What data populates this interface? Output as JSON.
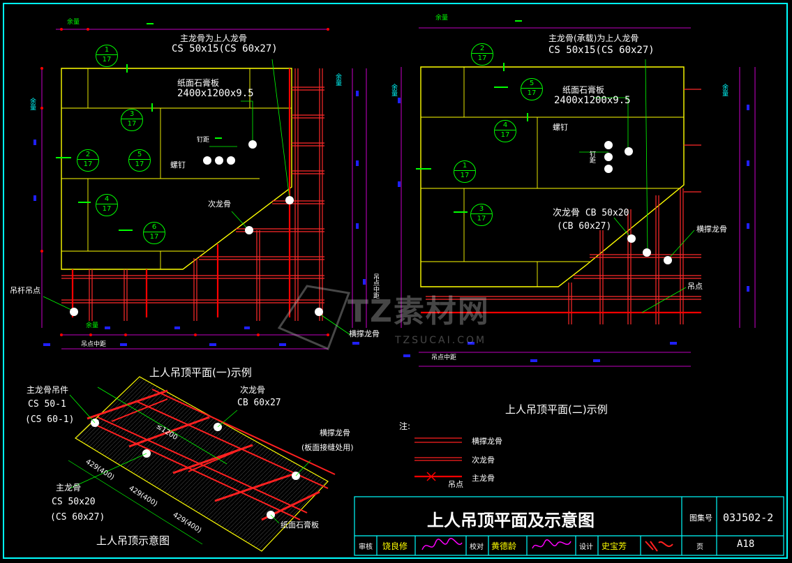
{
  "plan1": {
    "caption": "上人吊顶平面(一)示例",
    "label_main_keel": "主龙骨为上人龙骨",
    "label_main_keel_spec": "CS 50x15(CS 60x27)",
    "label_board": "纸面石膏板",
    "label_board_spec": "2400x1200x9.5",
    "label_screw": "螺钉",
    "label_clip": "钉距",
    "label_secondary": "次龙骨",
    "label_hanger": "吊杆吊点",
    "label_cross": "横撑龙骨",
    "label_margin": "余量",
    "label_spacing": "吊点中距",
    "label_side": "余量",
    "label_side_spacing": "吊点中距",
    "bubbles": [
      {
        "top": "1",
        "bottom": "17"
      },
      {
        "top": "3",
        "bottom": "17"
      },
      {
        "top": "2",
        "bottom": "17"
      },
      {
        "top": "5",
        "bottom": "17"
      },
      {
        "top": "4",
        "bottom": "17"
      },
      {
        "top": "6",
        "bottom": "17"
      }
    ]
  },
  "plan2": {
    "caption": "上人吊顶平面(二)示例",
    "label_main_keel": "主龙骨(承载)为上人龙骨",
    "label_main_keel_spec": "CS 50x15(CS 60x27)",
    "label_board": "纸面石膏板",
    "label_board_spec": "2400x1200x9.5",
    "label_screw": "螺钉",
    "label_clip": "钉距",
    "label_secondary": "次龙骨  CB 50x20",
    "label_secondary_spec": "(CB 60x27)",
    "label_cross": "横撑龙骨",
    "label_hanger": "吊点",
    "label_margin": "余量",
    "label_side": "余量",
    "label_spacing": "吊点中距",
    "bubbles": [
      {
        "top": "2",
        "bottom": "17"
      },
      {
        "top": "5",
        "bottom": "17"
      },
      {
        "top": "4",
        "bottom": "17"
      },
      {
        "top": "1",
        "bottom": "17"
      },
      {
        "top": "3",
        "bottom": "17"
      }
    ]
  },
  "iso": {
    "caption": "上人吊顶示意图",
    "label_hanger_part": "主龙骨吊件",
    "label_hanger_part_spec1": "CS 50-1",
    "label_hanger_part_spec2": "(CS 60-1)",
    "label_secondary": "次龙骨",
    "label_secondary_spec": "CB 60x27",
    "label_cross": "横撑龙骨",
    "label_cross_note": "(板面接缝处用)",
    "label_main": "主龙骨",
    "label_main_spec1": "CS 50x20",
    "label_main_spec2": "(CS 60x27)",
    "label_board": "纸面石膏板",
    "dim_span": "≤1200",
    "dim_a": "429(400)",
    "dim_b": "429(400)",
    "dim_c": "429(400)"
  },
  "legend": {
    "title": "注:",
    "items": [
      {
        "label": "横撑龙骨"
      },
      {
        "label": "次龙骨"
      },
      {
        "label": "主龙骨"
      },
      {
        "label": "吊点"
      }
    ]
  },
  "watermark": {
    "main": "TZ素材网",
    "sub": "TZSUCAI.COM"
  },
  "titleblock": {
    "title": "上人吊顶平面及示意图",
    "label_atlas": "图集号",
    "atlas_no": "03J502-2",
    "review_label": "审核",
    "review_name": "饶良修",
    "check_label": "校对",
    "check_name": "黄德龄",
    "design_label": "设计",
    "design_name": "史宝芳",
    "page_label": "页",
    "page_no": "A18"
  },
  "colors": {
    "frame": "#00ffff",
    "outline": "#ffff00",
    "main_keel": "#ff2020",
    "secondary": "#ff4040",
    "callout": "#00ff00",
    "dim": "#ff00ff",
    "text": "#ffffff"
  }
}
